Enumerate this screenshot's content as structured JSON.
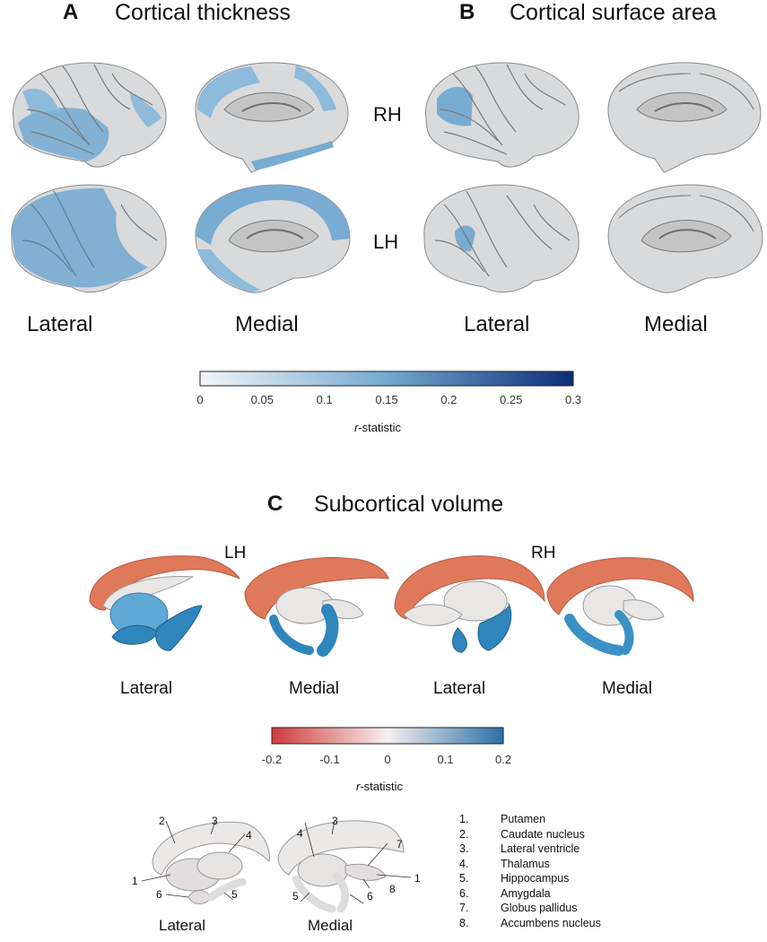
{
  "panel_a": {
    "letter": "A",
    "title": "Cortical thickness"
  },
  "panel_b": {
    "letter": "B",
    "title": "Cortical surface area"
  },
  "hemispheres": {
    "top": "RH",
    "bottom": "LH"
  },
  "cortical_views": {
    "lateral": "Lateral",
    "medial": "Medial"
  },
  "cortical_colorbar": {
    "ticks": [
      "0",
      "0.05",
      "0.1",
      "0.15",
      "0.2",
      "0.25",
      "0.3"
    ],
    "label_italic": "r",
    "label_rest": "-statistic",
    "colors": [
      "#f2f5f8",
      "#74a9cf",
      "#0d2c78"
    ]
  },
  "panel_c": {
    "letter": "C",
    "title": "Subcortical volume"
  },
  "subcortical_hemis": {
    "left": "LH",
    "right": "RH"
  },
  "subcortical_views": [
    "Lateral",
    "Medial",
    "Lateral",
    "Medial"
  ],
  "subcortical_colorbar": {
    "ticks": [
      "-0.2",
      "-0.1",
      "0",
      "0.1",
      "0.2"
    ],
    "label_italic": "r",
    "label_rest": "-statistic",
    "colors": [
      "#cf3a3a",
      "#f5f0ee",
      "#2b6fa8"
    ]
  },
  "key_views": {
    "lateral": "Lateral",
    "medial": "Medial"
  },
  "key_numbers": {
    "lateral": [
      "2",
      "3",
      "4",
      "1",
      "6",
      "5"
    ],
    "medial": [
      "4",
      "3",
      "7",
      "1",
      "8",
      "5",
      "6"
    ]
  },
  "structures": [
    {
      "num": "1.",
      "name": "Putamen"
    },
    {
      "num": "2.",
      "name": "Caudate nucleus"
    },
    {
      "num": "3.",
      "name": "Lateral ventricle"
    },
    {
      "num": "4.",
      "name": "Thalamus"
    },
    {
      "num": "5.",
      "name": "Hippocampus"
    },
    {
      "num": "6.",
      "name": "Amygdala"
    },
    {
      "num": "7.",
      "name": "Globus pallidus"
    },
    {
      "num": "8.",
      "name": "Accumbens nucleus"
    }
  ]
}
